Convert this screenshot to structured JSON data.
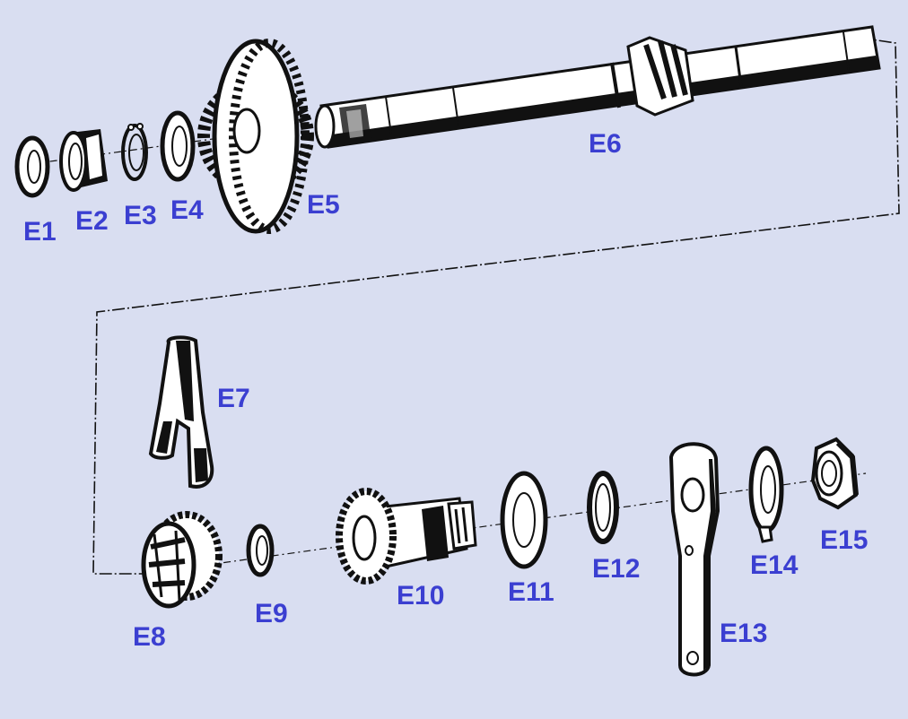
{
  "diagram": {
    "background_color": "#d9def1",
    "label_color": "#3b3fd1",
    "line_color": "#111111",
    "parts": [
      {
        "id": "E1"
      },
      {
        "id": "E2"
      },
      {
        "id": "E3"
      },
      {
        "id": "E4"
      },
      {
        "id": "E5"
      },
      {
        "id": "E6"
      },
      {
        "id": "E7"
      },
      {
        "id": "E8"
      },
      {
        "id": "E9"
      },
      {
        "id": "E10"
      },
      {
        "id": "E11"
      },
      {
        "id": "E12"
      },
      {
        "id": "E13"
      },
      {
        "id": "E14"
      },
      {
        "id": "E15"
      }
    ]
  }
}
